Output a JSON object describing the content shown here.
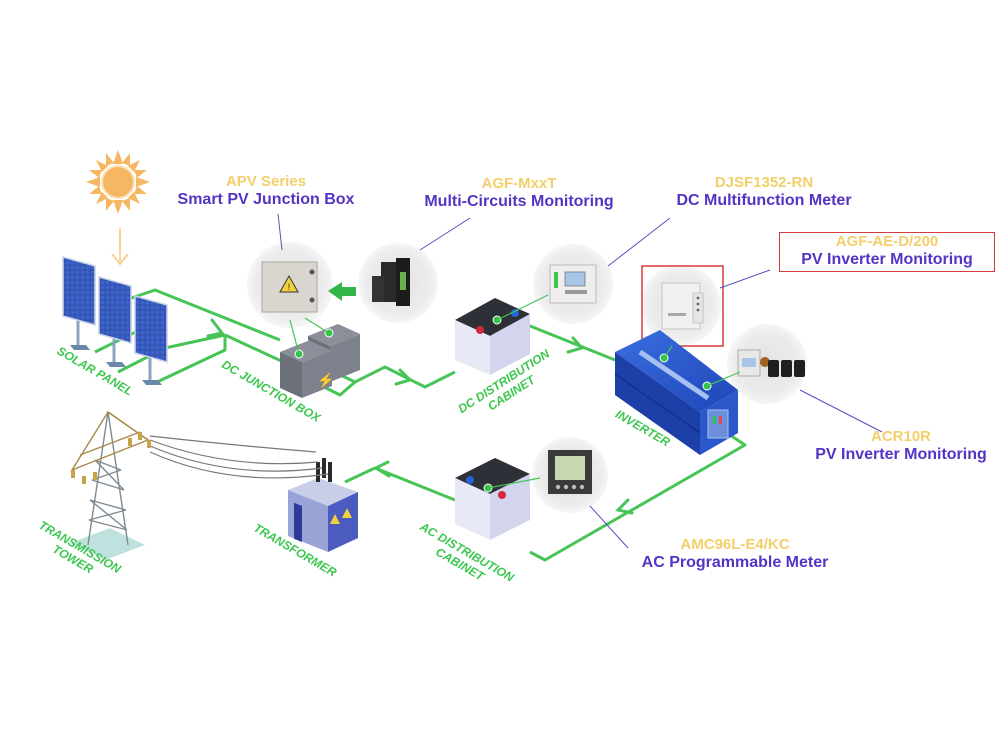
{
  "diagram": {
    "title": "PV power generation monitoring system",
    "colors": {
      "flow_line": "#46c456",
      "model_text": "#f2cf6a",
      "description_text": "#5533c4",
      "callout_leader": "#5a4cc0",
      "highlight_box": "#d63c3c",
      "component_label": "#3cc74f",
      "sun": "#f6b762"
    },
    "components": [
      {
        "id": "solar_panel",
        "label": "SOLAR PANEL"
      },
      {
        "id": "dc_junction_box",
        "label": "DC JUNCTION BOX"
      },
      {
        "id": "dc_distribution_cabinet",
        "label_line1": "DC DISTRIBUTION",
        "label_line2": "CABINET"
      },
      {
        "id": "inverter",
        "label": "INVERTER"
      },
      {
        "id": "ac_distribution_cabinet",
        "label_line1": "AC DISTRIBUTION",
        "label_line2": "CABINET"
      },
      {
        "id": "transformer",
        "label": "TRANSFORMER"
      },
      {
        "id": "transmission_tower",
        "label_line1": "TRANSMISSION",
        "label_line2": "TOWER"
      }
    ],
    "devices": [
      {
        "id": "apv",
        "model": "APV Series",
        "description": "Smart PV Junction Box",
        "highlighted": false
      },
      {
        "id": "agf_mxxt",
        "model": "AGF-MxxT",
        "description": "Multi-Circuits Monitoring",
        "highlighted": false
      },
      {
        "id": "djsf1352",
        "model": "DJSF1352-RN",
        "description": "DC Multifunction Meter",
        "highlighted": false
      },
      {
        "id": "agf_ae_d",
        "model": "AGF-AE-D/200",
        "description": "PV Inverter Monitoring",
        "highlighted": true
      },
      {
        "id": "acr10r",
        "model": "ACR10R",
        "description": "PV Inverter Monitoring",
        "highlighted": false
      },
      {
        "id": "amc96l",
        "model": "AMC96L-E4/KC",
        "description": "AC Programmable Meter",
        "highlighted": false
      }
    ]
  }
}
